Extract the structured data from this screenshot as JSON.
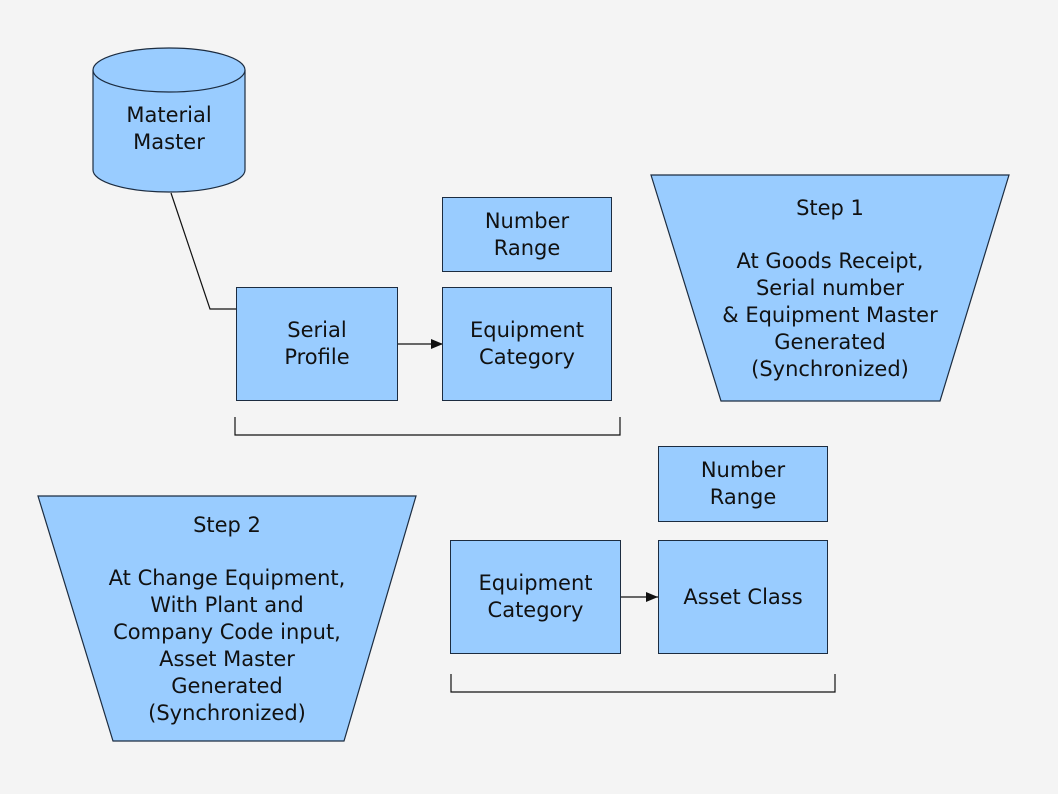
{
  "colors": {
    "shape_fill": "#99ccff",
    "shape_stroke": "#1c2c40",
    "background": "#f4f4f4",
    "text": "#111111"
  },
  "material_master": {
    "label": "Material\nMaster"
  },
  "top_flow": {
    "number_range": "Number\nRange",
    "serial_profile": "Serial\nProfile",
    "equipment_category": "Equipment\nCategory"
  },
  "step1": {
    "title": "Step 1",
    "description": "At Goods Receipt,\nSerial number\n& Equipment Master\nGenerated\n(Synchronized)"
  },
  "step2": {
    "title": "Step 2",
    "description": "At Change Equipment,\nWith Plant and\nCompany Code input,\nAsset Master\nGenerated\n(Synchronized)"
  },
  "bottom_flow": {
    "number_range": "Number\nRange",
    "equipment_category": "Equipment\nCategory",
    "asset_class": "Asset Class"
  }
}
